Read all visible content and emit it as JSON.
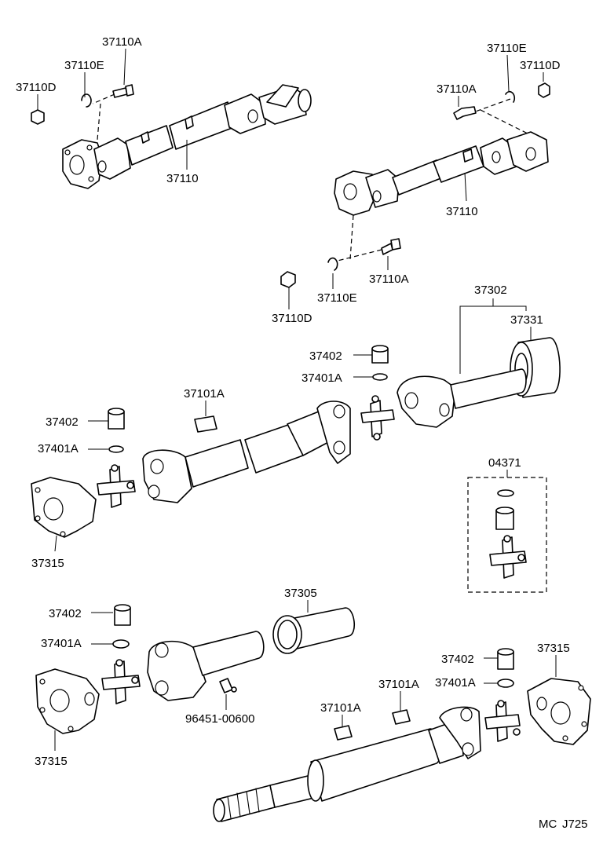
{
  "labels": {
    "top_left_bolt": "37110A",
    "top_left_washer": "37110E",
    "top_left_nut": "37110D",
    "top_left_shaft": "37110",
    "top_right_washer": "37110E",
    "top_right_nut": "37110D",
    "top_right_bolt": "37110A",
    "top_right_shaft": "37110",
    "mid_bolt": "37110A",
    "mid_washer": "37110E",
    "mid_nut": "37110D",
    "rear_shaft_assy": "37302",
    "dust_cover": "37331",
    "upper_bearing": "37402",
    "upper_snap_ring": "37401A",
    "weight": "37101A",
    "left_bearing": "37402",
    "left_snap_ring": "37401A",
    "left_flange": "37315",
    "kit": "04371",
    "lower_bearing": "37402",
    "lower_snap_ring": "37401A",
    "lower_flange": "37315",
    "slide_yoke": "37305",
    "grease_fitting": "96451-00600",
    "weight_a": "37101A",
    "weight_b": "37101A",
    "right_bearing": "37402",
    "right_snap_ring": "37401A",
    "right_flange": "37315"
  },
  "footer": {
    "code_left": "MC",
    "code_right": "J725"
  }
}
